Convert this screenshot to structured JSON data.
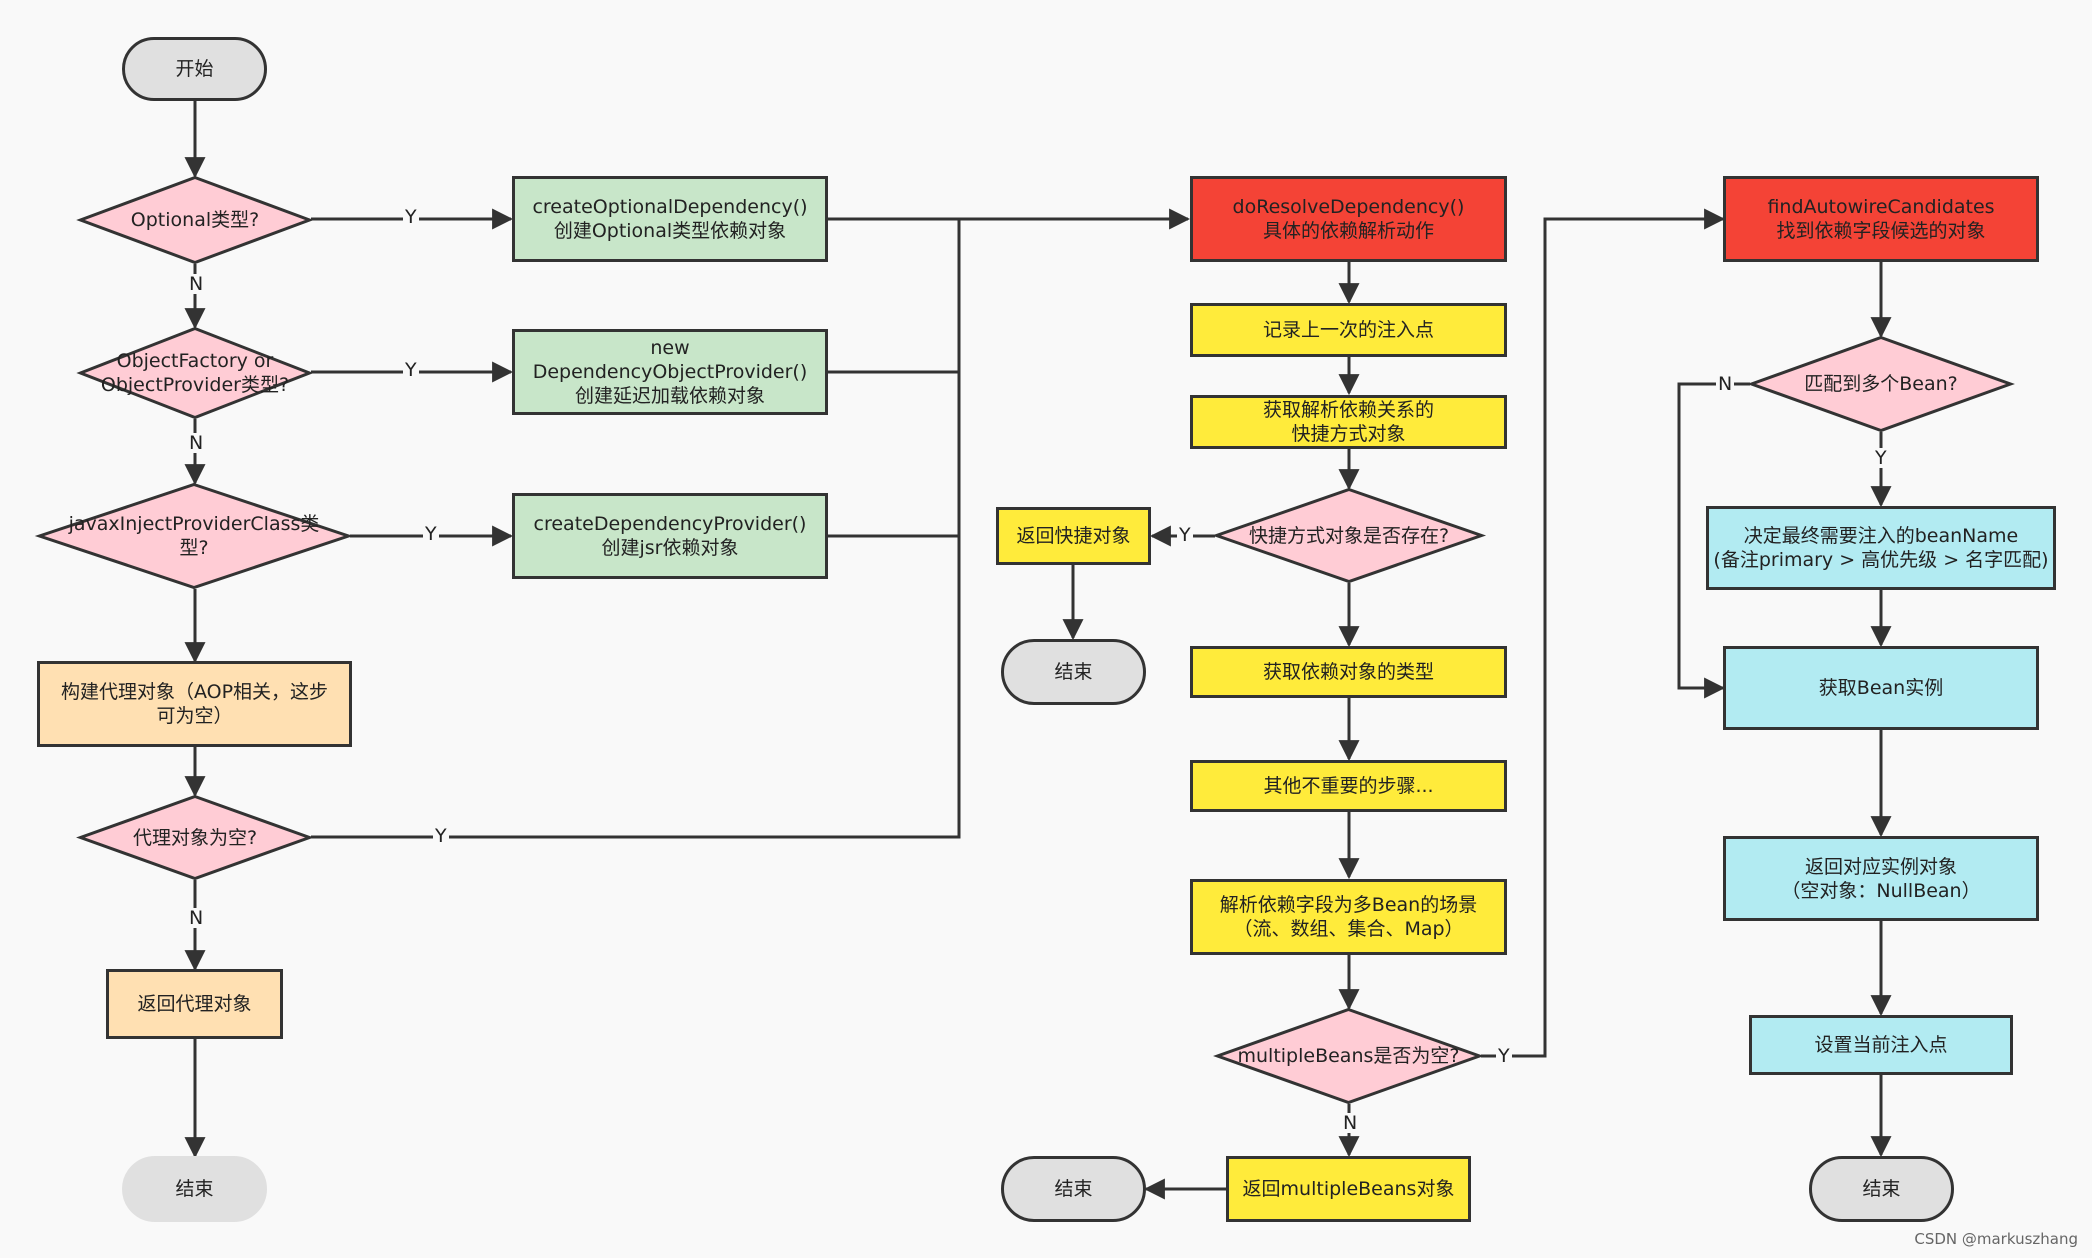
{
  "colors": {
    "terminal": "#e0e0e0",
    "decision": "#ffccd5",
    "green": "#c8e6c9",
    "orange": "#ffe0b2",
    "red": "#f44336",
    "yellow": "#ffeb3b",
    "cyan": "#b2ebf2",
    "stroke": "#333333"
  },
  "nodes": {
    "start": "开始",
    "is_optional": "Optional类型?",
    "create_optional": "createOptionalDependency()\n创建Optional类型依赖对象",
    "is_object_factory": "ObjectFactory or\nObjectProvider类型?",
    "new_provider": "new\nDependencyObjectProvider()\n创建延迟加载依赖对象",
    "is_javax": "javaxInjectProviderClass类\n型?",
    "create_provider": "createDependencyProvider()\n创建jsr依赖对象",
    "build_proxy": "构建代理对象（AOP相关，这步\n可为空）",
    "proxy_null": "代理对象为空?",
    "return_proxy": "返回代理对象",
    "end_left": "结束",
    "do_resolve": "doResolveDependency()\n具体的依赖解析动作",
    "record_point": "记录上一次的注入点",
    "get_shortcut": "获取解析依赖关系的\n快捷方式对象",
    "shortcut_exists": "快捷方式对象是否存在?",
    "return_shortcut": "返回快捷对象",
    "end_shortcut": "结束",
    "get_type": "获取依赖对象的类型",
    "other_steps": "其他不重要的步骤...",
    "parse_multi": "解析依赖字段为多Bean的场景\n（流、数组、集合、Map）",
    "multi_null": "multipleBeans是否为空?",
    "return_multi": "返回multipleBeans对象",
    "end_middle": "结束",
    "find_candidates": "findAutowireCandidates\n找到依赖字段候选的对象",
    "match_multi": "匹配到多个Bean?",
    "determine_name": "决定最终需要注入的beanName\n(备注primary > 高优先级 > 名字匹配)",
    "get_instance": "获取Bean实例",
    "return_instance": "返回对应实例对象\n（空对象：NullBean）",
    "set_point": "设置当前注入点",
    "end_right": "结束"
  },
  "labels": {
    "y": "Y",
    "n": "N"
  },
  "watermark": "CSDN @markuszhang"
}
